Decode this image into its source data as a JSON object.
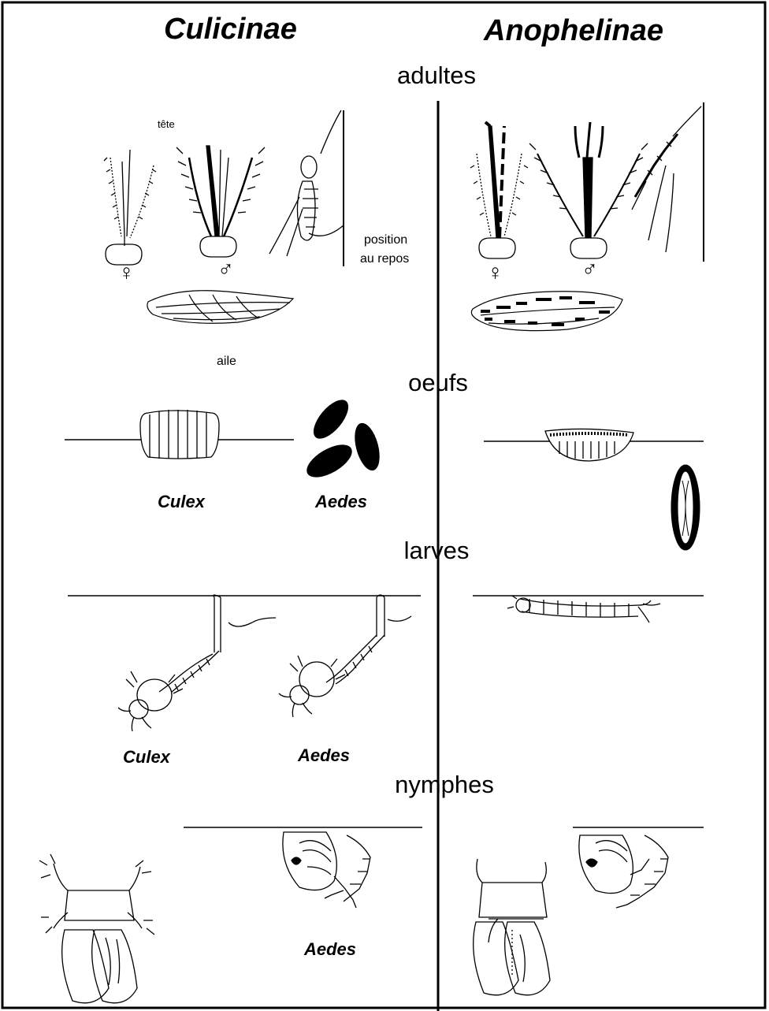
{
  "columns": {
    "left_title": "Culicinae",
    "right_title": "Anophelinae"
  },
  "sections": {
    "adults": "adultes",
    "eggs": "oeufs",
    "larvae": "larves",
    "pupae": "nymphes"
  },
  "labels": {
    "head": "tête",
    "rest_position_line1": "position",
    "rest_position_line2": "au repos",
    "wing": "aile",
    "female_symbol": "♀",
    "male_symbol": "♂"
  },
  "species": {
    "culex": "Culex",
    "aedes": "Aedes"
  }
}
